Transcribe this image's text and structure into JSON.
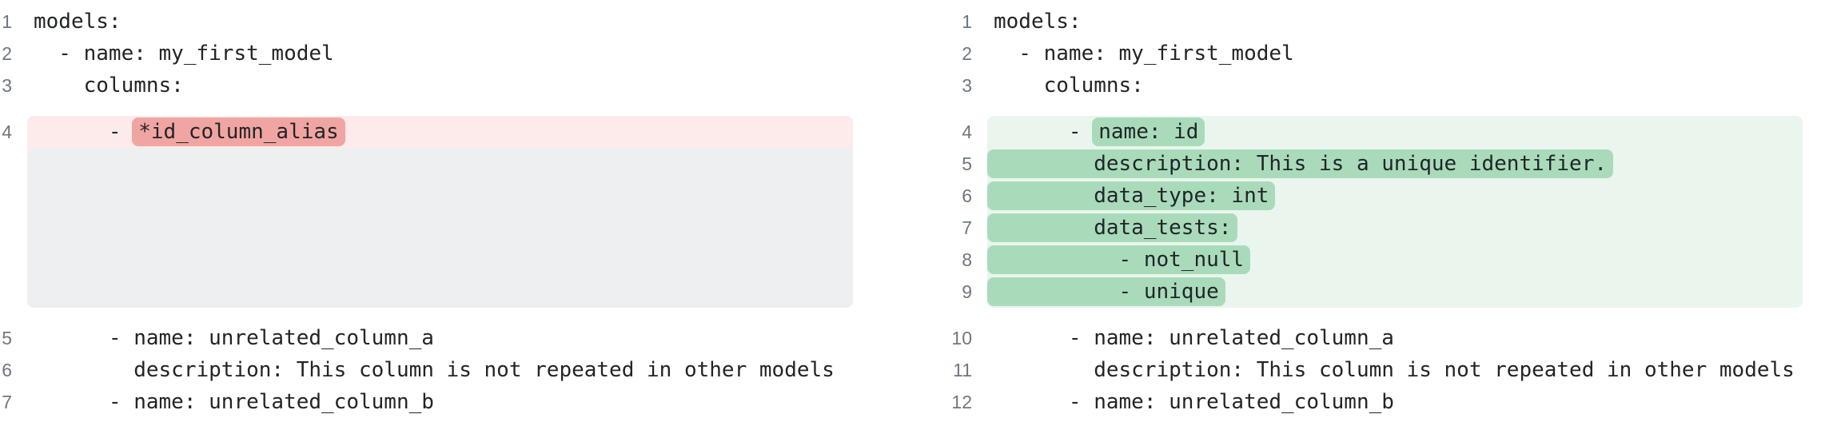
{
  "colors": {
    "code_text": "#212528",
    "line_number": "#6e7781",
    "removed_line_bg": "#fcebea",
    "removed_token_bg": "#f0a5a2",
    "added_line_bg": "#eaf5ee",
    "added_token_bg": "#a9dbbb",
    "filler_bg": "#edeff1",
    "page_bg": "#ffffff"
  },
  "diff": {
    "language": "yaml",
    "left_pane": {
      "role": "before",
      "lines": [
        {
          "num": "1",
          "kind": "context",
          "segments": [
            {
              "text": "models:",
              "highlight": false
            }
          ]
        },
        {
          "num": "2",
          "kind": "context",
          "segments": [
            {
              "text": "  - name: my_first_model",
              "highlight": false
            }
          ]
        },
        {
          "num": "3",
          "kind": "context",
          "segments": [
            {
              "text": "    columns:",
              "highlight": false
            }
          ]
        },
        {
          "num": "4",
          "kind": "removed",
          "segments": [
            {
              "text": "      - ",
              "highlight": false
            },
            {
              "text": "*id_column_alias",
              "highlight": true
            }
          ]
        },
        {
          "kind": "filler",
          "rows": 5
        },
        {
          "num": "5",
          "kind": "context",
          "segments": [
            {
              "text": "      - name: unrelated_column_a",
              "highlight": false
            }
          ]
        },
        {
          "num": "6",
          "kind": "context",
          "segments": [
            {
              "text": "        description: This column is not repeated in other models",
              "highlight": false
            }
          ]
        },
        {
          "num": "7",
          "kind": "context",
          "segments": [
            {
              "text": "      - name: unrelated_column_b",
              "highlight": false
            }
          ]
        }
      ]
    },
    "right_pane": {
      "role": "after",
      "lines": [
        {
          "num": "1",
          "kind": "context",
          "segments": [
            {
              "text": "models:",
              "highlight": false
            }
          ]
        },
        {
          "num": "2",
          "kind": "context",
          "segments": [
            {
              "text": "  - name: my_first_model",
              "highlight": false
            }
          ]
        },
        {
          "num": "3",
          "kind": "context",
          "segments": [
            {
              "text": "    columns:",
              "highlight": false
            }
          ]
        },
        {
          "num": "4",
          "kind": "added",
          "segments": [
            {
              "text": "      - ",
              "highlight": false
            },
            {
              "text": "name: id",
              "highlight": true
            }
          ]
        },
        {
          "num": "5",
          "kind": "added",
          "segments": [
            {
              "text": "        description: This is a unique identifier.",
              "highlight": true
            }
          ]
        },
        {
          "num": "6",
          "kind": "added",
          "segments": [
            {
              "text": "        data_type: int",
              "highlight": true
            }
          ]
        },
        {
          "num": "7",
          "kind": "added",
          "segments": [
            {
              "text": "        data_tests:",
              "highlight": true
            }
          ]
        },
        {
          "num": "8",
          "kind": "added",
          "segments": [
            {
              "text": "          - not_null",
              "highlight": true
            }
          ]
        },
        {
          "num": "9",
          "kind": "added",
          "segments": [
            {
              "text": "          - unique",
              "highlight": true
            }
          ]
        },
        {
          "num": "10",
          "kind": "context",
          "segments": [
            {
              "text": "      - name: unrelated_column_a",
              "highlight": false
            }
          ]
        },
        {
          "num": "11",
          "kind": "context",
          "segments": [
            {
              "text": "        description: This column is not repeated in other models",
              "highlight": false
            }
          ]
        },
        {
          "num": "12",
          "kind": "context",
          "segments": [
            {
              "text": "      - name: unrelated_column_b",
              "highlight": false
            }
          ]
        }
      ]
    }
  }
}
